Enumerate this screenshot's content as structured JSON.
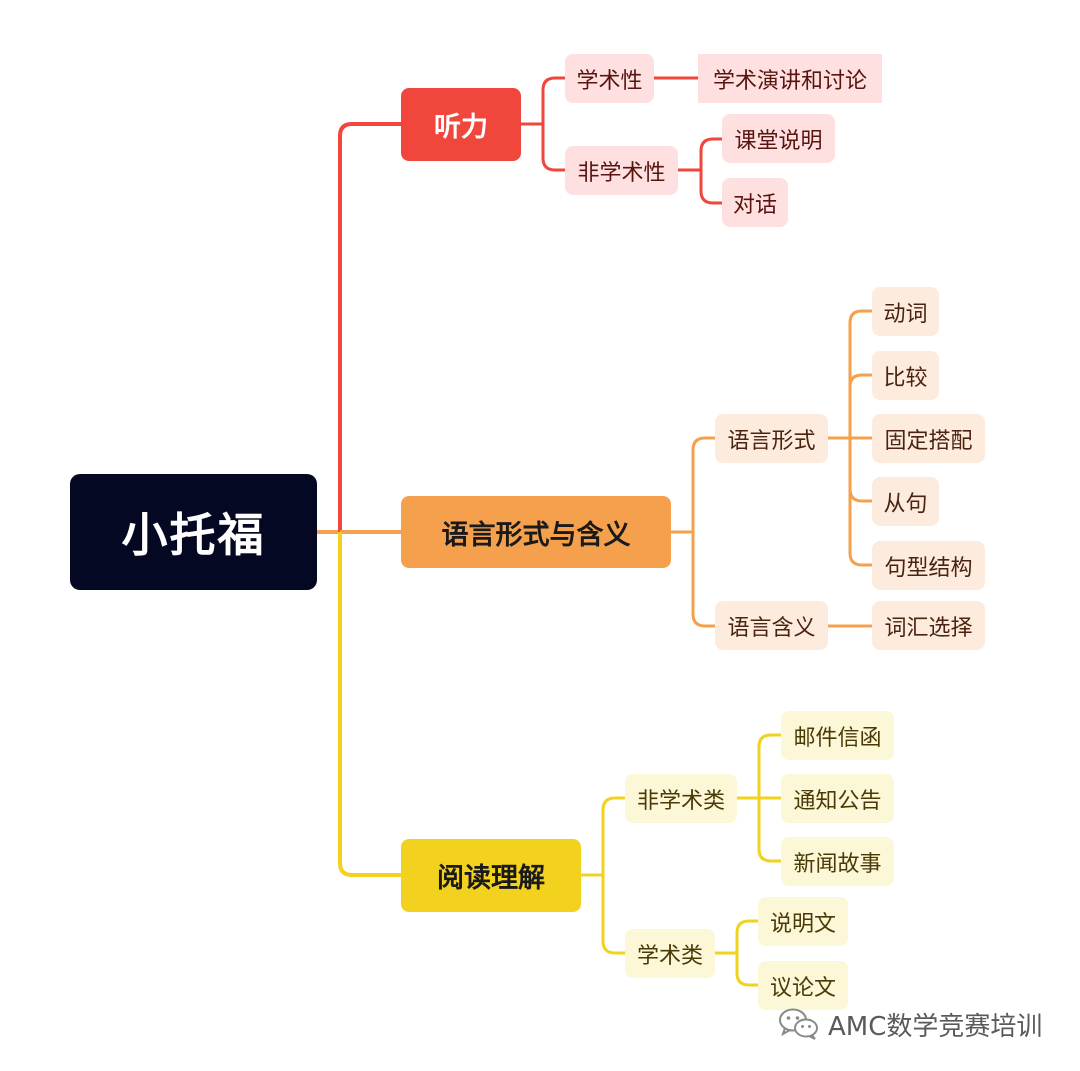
{
  "root": {
    "label": "小托福"
  },
  "branches": {
    "listening": {
      "label": "听力",
      "color": "#f0463c",
      "academic": {
        "label": "学术性",
        "items": [
          "学术演讲和讨论"
        ]
      },
      "non_academic": {
        "label": "非学术性",
        "items": [
          "课堂说明",
          "对话"
        ]
      }
    },
    "language": {
      "label": "语言形式与含义",
      "color": "#f5a04c",
      "form": {
        "label": "语言形式",
        "items": [
          "动词",
          "比较",
          "固定搭配",
          "从句",
          "句型结构"
        ]
      },
      "meaning": {
        "label": "语言含义",
        "items": [
          "词汇选择"
        ]
      }
    },
    "reading": {
      "label": "阅读理解",
      "color": "#f2d21e",
      "non_academic": {
        "label": "非学术类",
        "items": [
          "邮件信函",
          "通知公告",
          "新闻故事"
        ]
      },
      "academic": {
        "label": "学术类",
        "items": [
          "说明文",
          "议论文"
        ]
      }
    }
  },
  "watermark": {
    "text": "AMC数学竞赛培训",
    "icon": "wechat-icon"
  }
}
